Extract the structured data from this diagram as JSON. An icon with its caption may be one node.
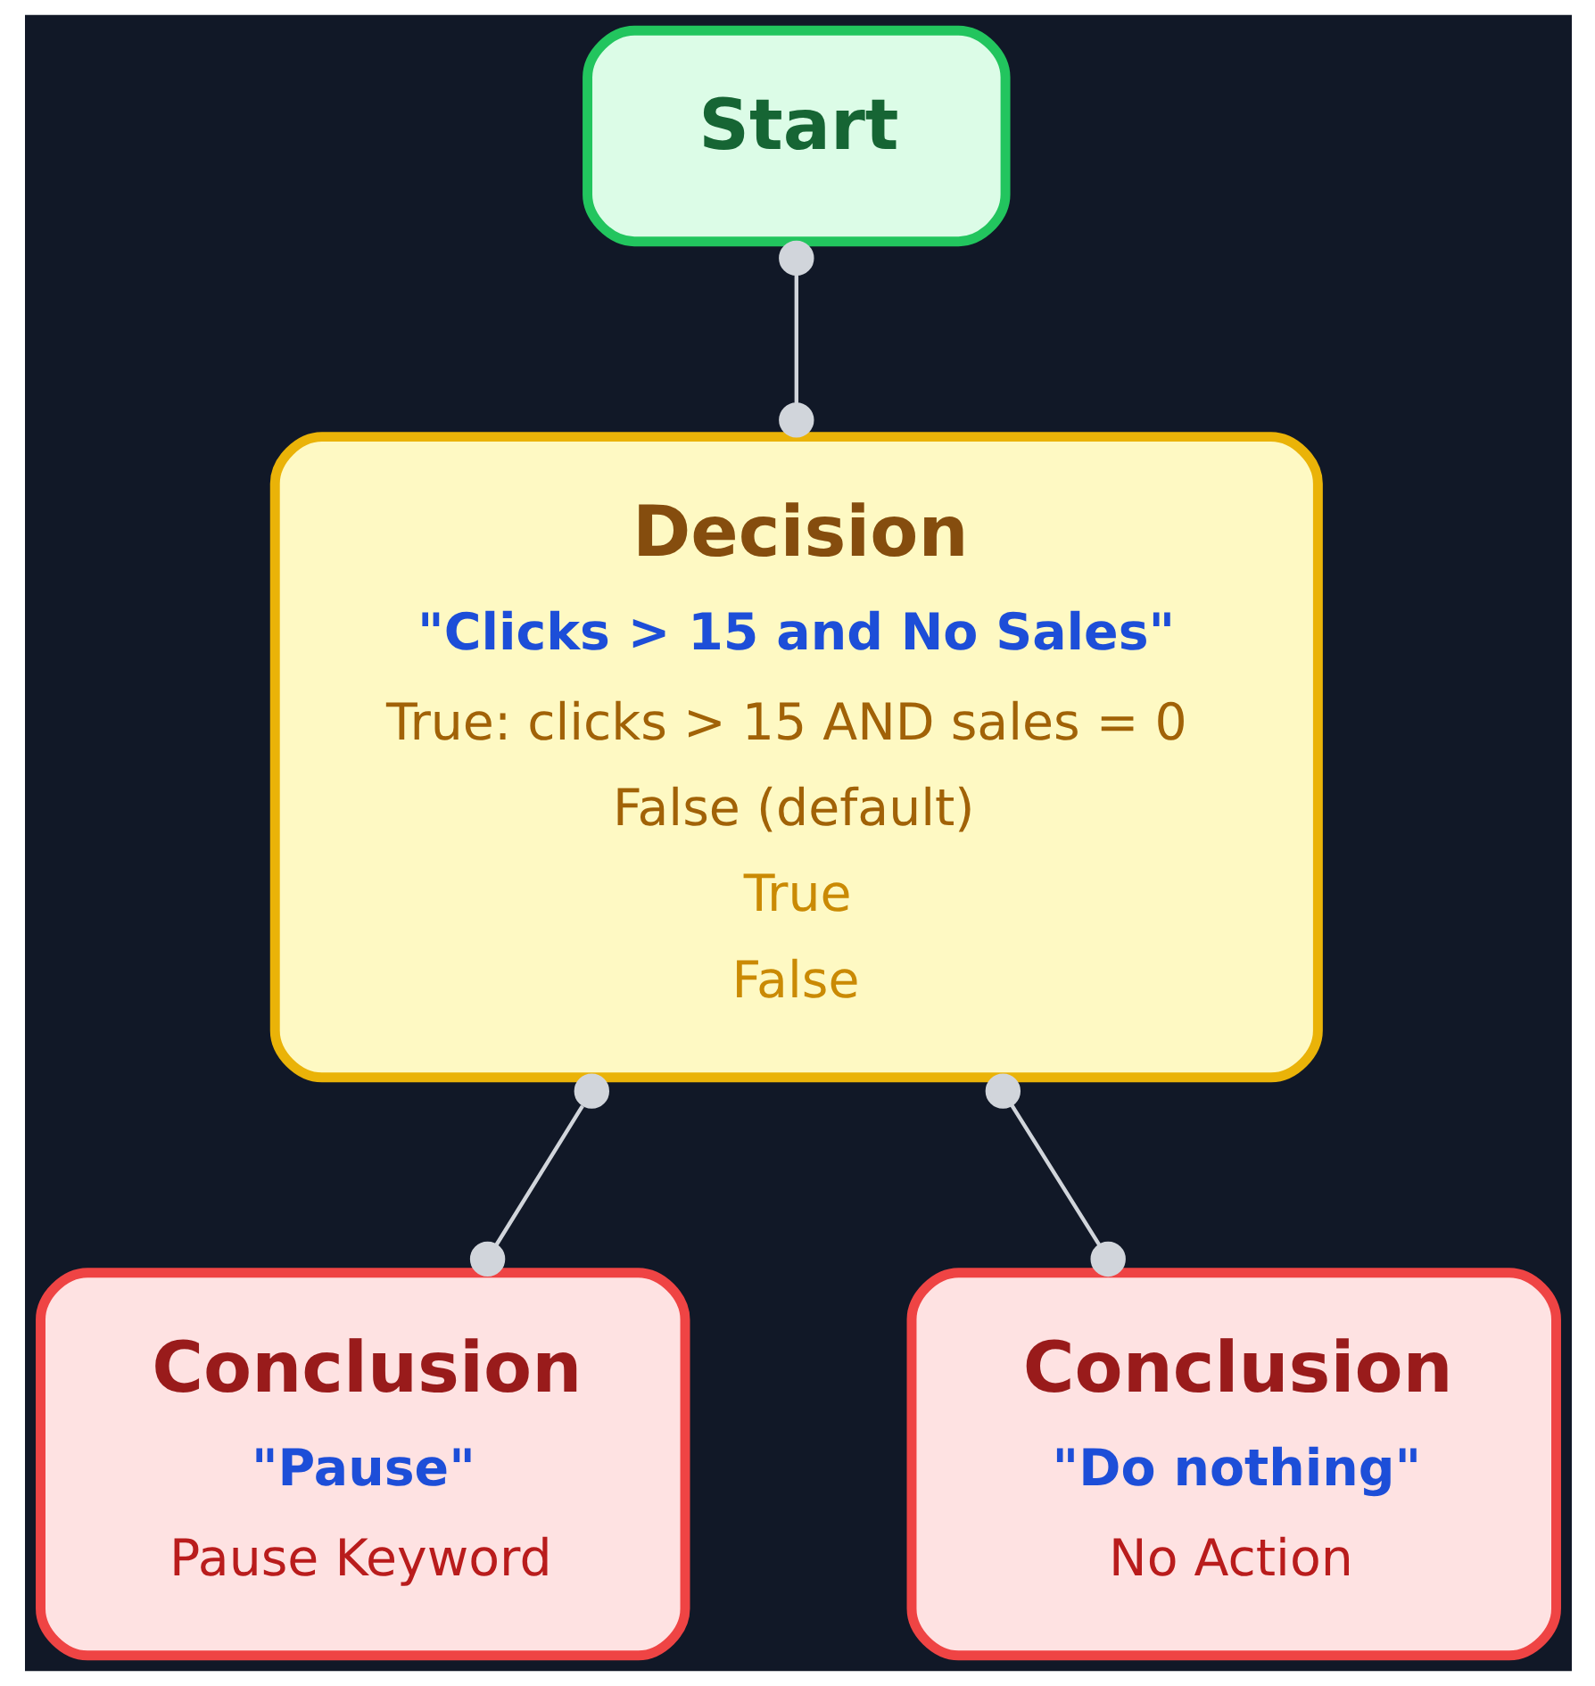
{
  "diagram": {
    "nodes": [
      {
        "text": [
          "Start"
        ]
      },
      {
        "text": [
          "Decision",
          "\"Clicks > 15 and No Sales\"",
          "True: clicks > 15 AND sales = 0",
          "False (default)",
          "True",
          "False"
        ]
      },
      {
        "text": [
          "Conclusion",
          "\"Pause\"",
          "Pause Keyword"
        ]
      },
      {
        "text": [
          "Conclusion",
          "\"Do nothing\"",
          "No Action"
        ]
      }
    ],
    "edges": [
      {
        "from": 0,
        "to": 1,
        "arrow": "other"
      },
      {
        "from": 1,
        "to": 2,
        "arrow": "other"
      },
      {
        "from": 1,
        "to": 3,
        "arrow": "other"
      }
    ]
  }
}
